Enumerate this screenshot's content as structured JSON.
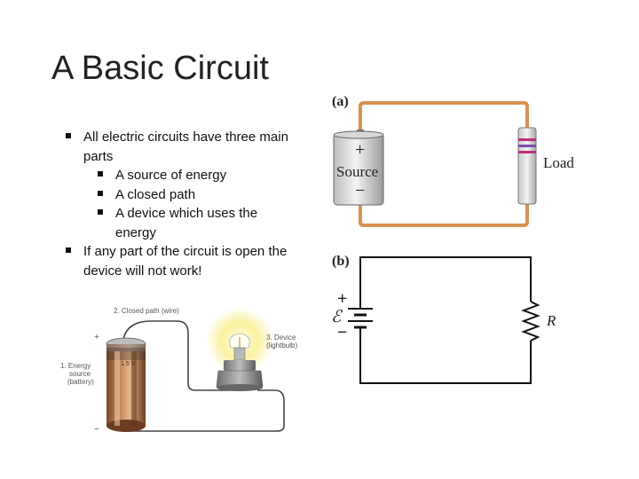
{
  "slide": {
    "title": "A Basic Circuit",
    "bullets": [
      {
        "level": 1,
        "text": "All electric circuits have three main parts"
      },
      {
        "level": 2,
        "text": "A source of energy"
      },
      {
        "level": 2,
        "text": "A closed path"
      },
      {
        "level": 2,
        "text": "A device which uses the energy"
      },
      {
        "level": 1,
        "text": "If any part of the circuit is open the device will not work!"
      }
    ]
  },
  "diagram_a": {
    "tag": "(a)",
    "plus": "+",
    "source_label": "Source",
    "minus": "−",
    "load_label": "Load",
    "wire_color": "#d9914f"
  },
  "diagram_b": {
    "tag": "(b)",
    "plus": "+",
    "emf_symbol": "ℰ",
    "minus": "−",
    "resistor_label": "R"
  },
  "diagram_c": {
    "wire_label": "2. Closed path (wire)",
    "device_label_1": "3. Device",
    "device_label_2": "(lightbulb)",
    "source_label_1": "1. Energy",
    "source_label_2": "source",
    "source_label_3": "(battery)",
    "battery_voltage": "1.5 V",
    "plus": "+",
    "minus": "−"
  }
}
